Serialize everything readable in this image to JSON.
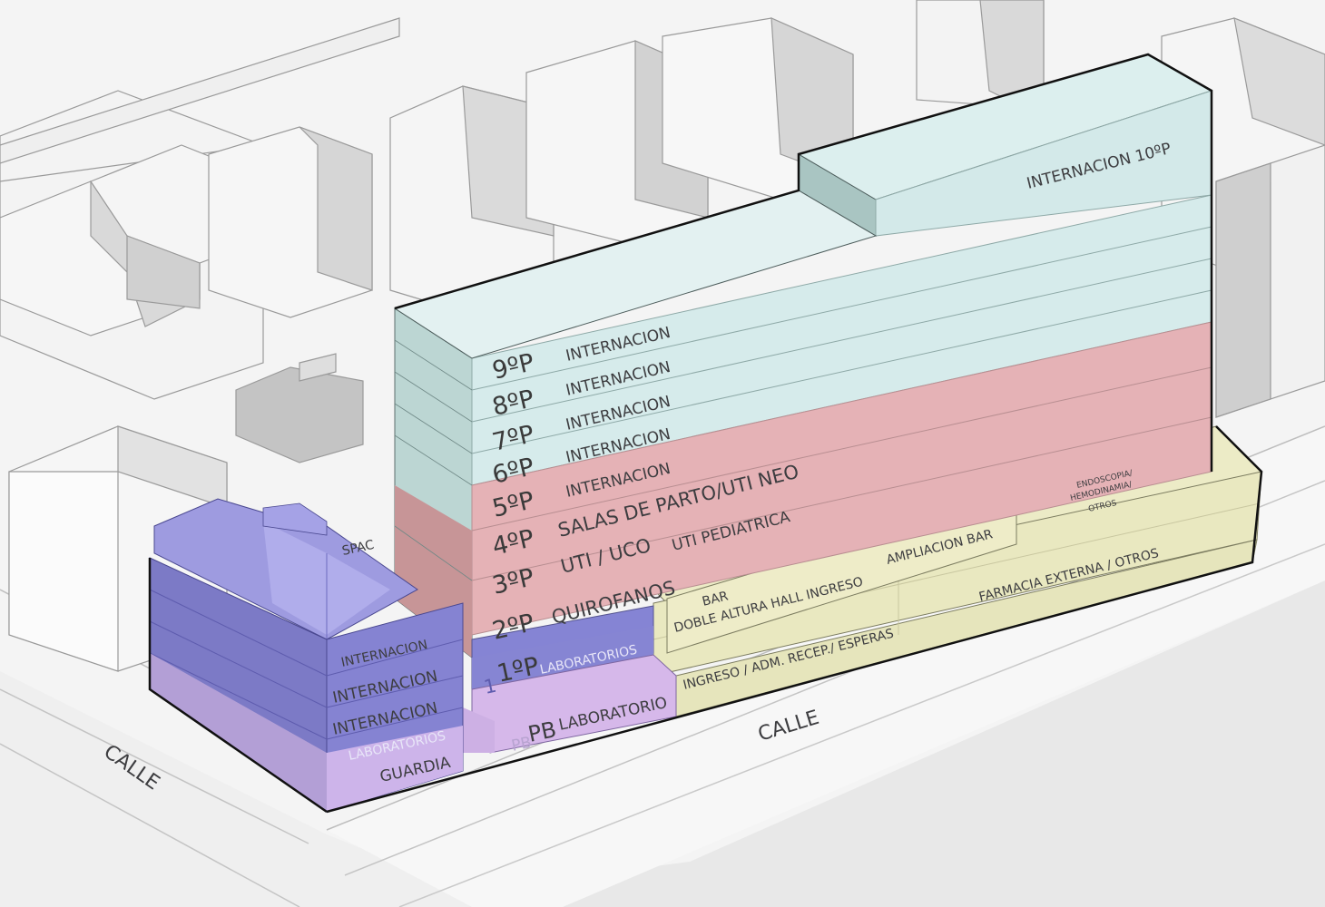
{
  "streets": {
    "bottom": "CALLE",
    "left": "CALLE"
  },
  "tower_levels": [
    {
      "floor": "9ºP",
      "use": "INTERNACION"
    },
    {
      "floor": "8ºP",
      "use": "INTERNACION"
    },
    {
      "floor": "7ºP",
      "use": "INTERNACION"
    },
    {
      "floor": "6ºP",
      "use": "INTERNACION"
    },
    {
      "floor": "5ºP",
      "use": "INTERNACION"
    },
    {
      "floor": "4ºP",
      "use": "SALAS DE PARTO/UTI NEO"
    },
    {
      "floor": "3ºP",
      "use": "UTI / UCO",
      "extra": "UTI PEDIATRICA"
    },
    {
      "floor": "2ºP",
      "use": "QUIROFANOS"
    }
  ],
  "top_level": {
    "label": "INTERNACION 10ºP"
  },
  "podium": {
    "endoscopia": [
      "ENDOSCOPIA/",
      "HEMODINAMIA/",
      "OTROS"
    ],
    "ampliacion_bar": "AMPLIACION BAR",
    "farmacia": "FARMACIA EXTERNA / OTROS",
    "bar": "BAR",
    "doble_altura": "DOBLE ALTURA HALL INGRESO",
    "ingreso": "INGRESO / ADM. RECEP./ ESPERAS",
    "first_floor": "1ºP",
    "first_floor_use": "LABORATORIOS",
    "ground_floor": "PB",
    "ground_floor_use": "LABORATORIO",
    "pb_ghost": "PB",
    "one_ghost": "1"
  },
  "annex": {
    "levels": [
      "INTERNACION",
      "INTERNACION",
      "INTERNACION",
      "LABORATORIOS",
      "GUARDIA"
    ],
    "espacio_fragment": "SPAC"
  },
  "colors": {
    "internacion": "#d6ebeb",
    "critical_care": "#e5b2b6",
    "public_areas": "#ecebc6",
    "annex_purple": "#8a87d6",
    "ground_lilac": "#c9b1e6",
    "context_blocks": "#ececec"
  }
}
